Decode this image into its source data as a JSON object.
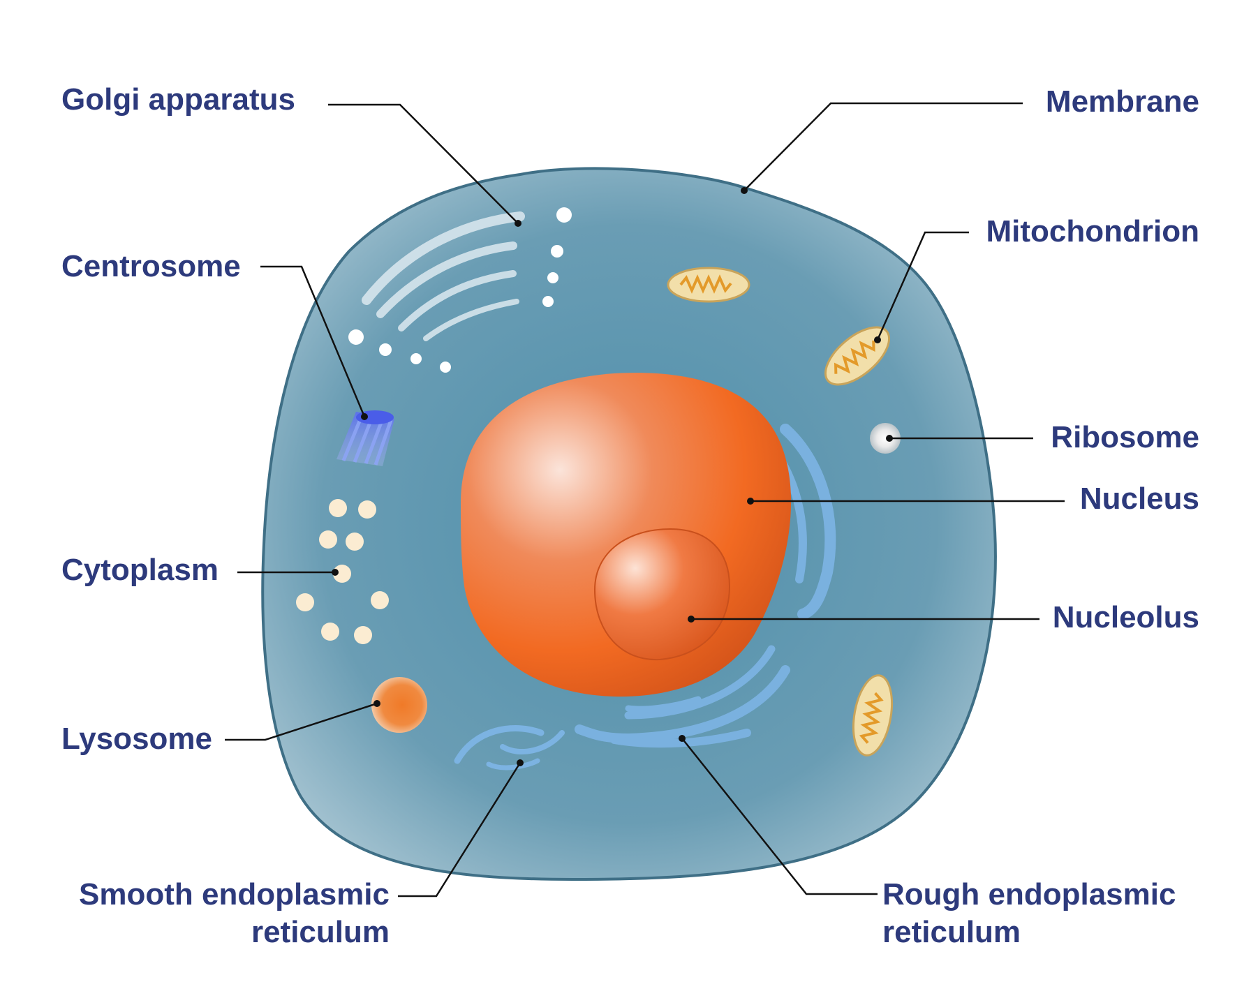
{
  "colors": {
    "label_text": "#2d3a7c",
    "leader_line": "#111111",
    "cell_fill": "#6c9eb4",
    "membrane_stroke": "#3f6f86",
    "nucleus": "#f06a2a",
    "er": "#7fb6e8",
    "mito_fill": "#f2dfaa",
    "mito_cristae": "#e39a2a",
    "vesicle": "#fbecd2"
  },
  "labels": {
    "golgi": "Golgi apparatus",
    "membrane": "Membrane",
    "centrosome": "Centrosome",
    "mitochondrion": "Mitochondrion",
    "ribosome": "Ribosome",
    "nucleus": "Nucleus",
    "cytoplasm": "Cytoplasm",
    "nucleolus": "Nucleolus",
    "lysosome": "Lysosome",
    "smooth_er_line1": "Smooth endoplasmic",
    "smooth_er_line2": "reticulum",
    "rough_er_line1": "Rough endoplasmic",
    "rough_er_line2": "reticulum"
  }
}
